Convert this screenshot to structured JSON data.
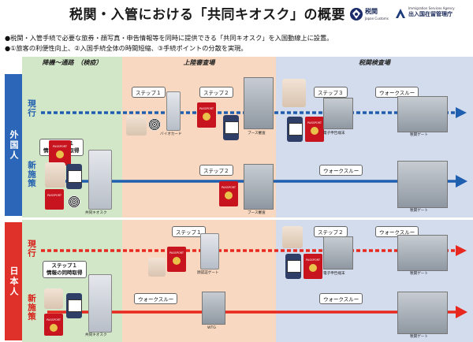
{
  "header": {
    "title": "税関・入管における「共同キオスク」の概要",
    "logo_customs": "税関",
    "logo_customs_sub": "Japan Customs",
    "logo_isa": "出入国在留管理庁",
    "logo_isa_sub": "Immigration Services Agency"
  },
  "bullets": [
    "●税関・入管手続で必要な旅券・顔写真・申告情報等を同時に提供できる「共同キオスク」を入国動線上に設置。",
    "●①旅客の利便性向上、②入国手続全体の時間短縮、③手続ポイントの分散を実現。"
  ],
  "zones": {
    "corridor": "降機～通路　（検疫）",
    "landing": "上陸審査場",
    "customs": "税関検査場"
  },
  "groups": {
    "foreign": "外国人",
    "japanese": "日本人"
  },
  "rows": {
    "current": "現行",
    "new": "新施策"
  },
  "labels": {
    "step1": "ステップ１",
    "step2": "ステップ２",
    "step3": "ステップ３",
    "step1_info": "ステップ１\n情報の同時取得",
    "walk_through": "ウォークスルー",
    "passport": "PASSPORT",
    "bio_card": "バイオカード",
    "booth": "ブース審査",
    "e_declaration": "電子申告端末",
    "customs_gate": "税関ゲート",
    "joint_kiosk": "共同キオスク",
    "face_gate": "顔認証ゲート",
    "wtg": "WTG"
  },
  "colors": {
    "foreign_bar": "#2b66b8",
    "japanese_bar": "#e0302a",
    "corridor_bg": "#d2e6c8",
    "landing_bg": "#f8d8c0",
    "customs_bg": "#d3dced",
    "foreign_arrow": "#1f5fb0",
    "japanese_arrow": "#e8281e"
  }
}
